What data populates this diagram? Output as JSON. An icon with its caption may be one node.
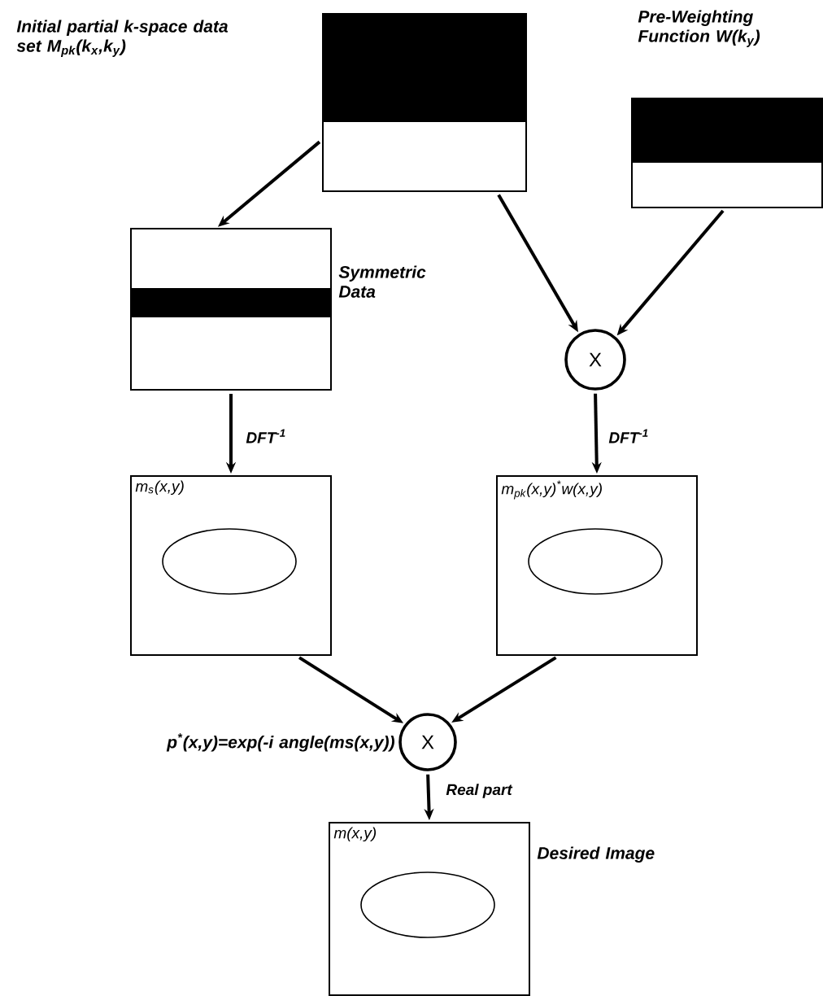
{
  "diagram": {
    "nodes": [
      {
        "text": [],
        "shape": "box"
      },
      {
        "text": [],
        "shape": "box",
        "beside": [
          "Pre-Weighting Function W(k$_{y}$)"
        ]
      },
      {
        "text": [],
        "shape": "box",
        "beside": [
          "Symmetric Data"
        ]
      },
      {
        "text": [
          "X"
        ]
      },
      {
        "text": [
          "m$_{s}$(x,y)"
        ]
      },
      {
        "text": [
          "m$_{pk}$(x,y)$^{*}$w(x,y)"
        ]
      },
      {
        "text": [
          "X"
        ]
      },
      {
        "text": [
          "m(x,y)"
        ],
        "beside": [
          "Desired Image"
        ]
      }
    ],
    "edges": [
      {
        "from": 0,
        "to": 2,
        "arrow": "to"
      },
      {
        "from": 0,
        "to": 3,
        "arrow": "to"
      },
      {
        "from": 1,
        "to": 3,
        "arrow": "to"
      },
      {
        "from": 2,
        "to": 4,
        "arrow": "to",
        "label": "DFT$^{-1}$"
      },
      {
        "from": 3,
        "to": 5,
        "arrow": "to",
        "label": "DFT$^{-1}$"
      },
      {
        "from": 4,
        "to": 6,
        "arrow": "to"
      },
      {
        "from": 5,
        "to": 6,
        "arrow": "to"
      },
      {
        "from": 6,
        "to": 7,
        "arrow": "to",
        "label": "Real part"
      }
    ],
    "labels": [
      "Initial partial k-space data set M$_{pk}$(k$_{x}$,k$_{y}$)",
      "p$^{*}$(x,y)=exp(-i angle(ms(x,y))"
    ]
  }
}
